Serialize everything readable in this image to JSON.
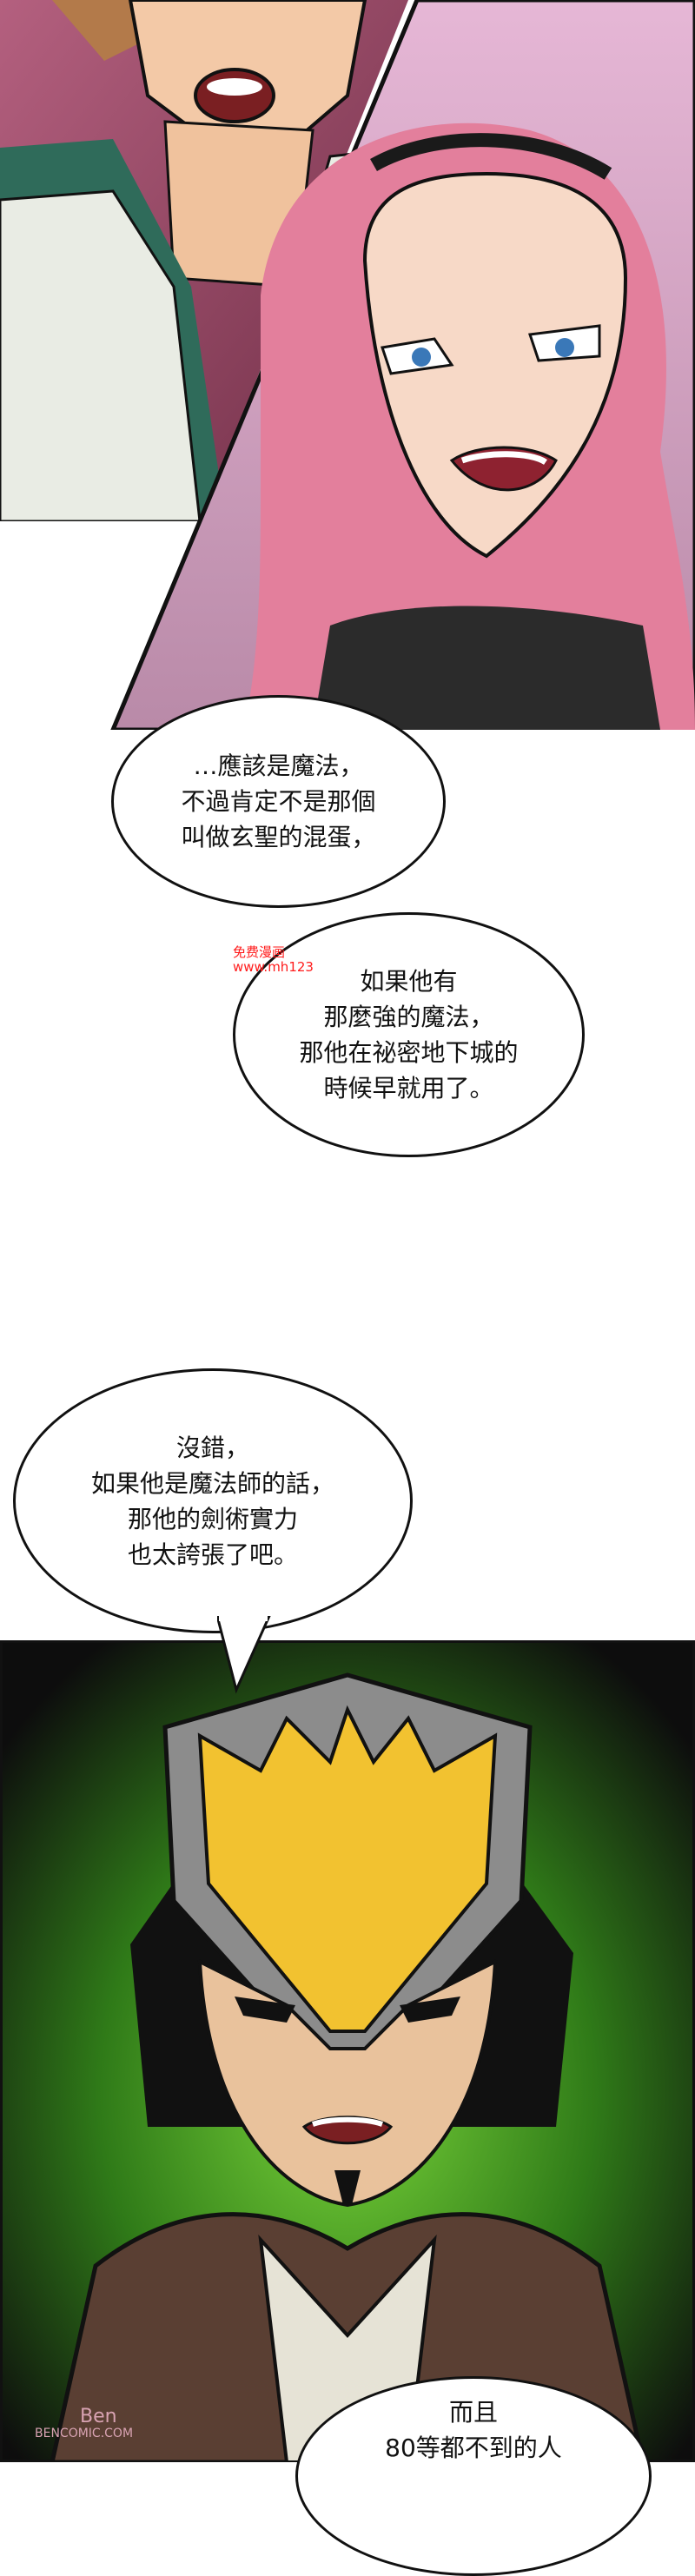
{
  "dialogue": {
    "bubble1": "…應該是魔法，\n不過肯定不是那個\n叫做玄聖的混蛋，",
    "bubble2": "如果他有\n那麼強的魔法，\n那他在祕密地下城的\n時候早就用了。",
    "bubble3": "沒錯，\n如果他是魔法師的話，\n那他的劍術實力\n也太誇張了吧。",
    "bubble4": "而且\n80等都不到的人"
  },
  "watermark": {
    "line1": "免费漫画",
    "line2": "www.mh123"
  },
  "logo": {
    "line1": "Ben",
    "line2": "BENCOMIC.COM"
  },
  "colors": {
    "top_bg": "#9e4f6e",
    "hair_pink": "#e37f9c",
    "dark_bg": "#141414",
    "green_glow": "#5fbf2a",
    "hair_yellow": "#f2c230",
    "headband": "#8c8c8c"
  }
}
